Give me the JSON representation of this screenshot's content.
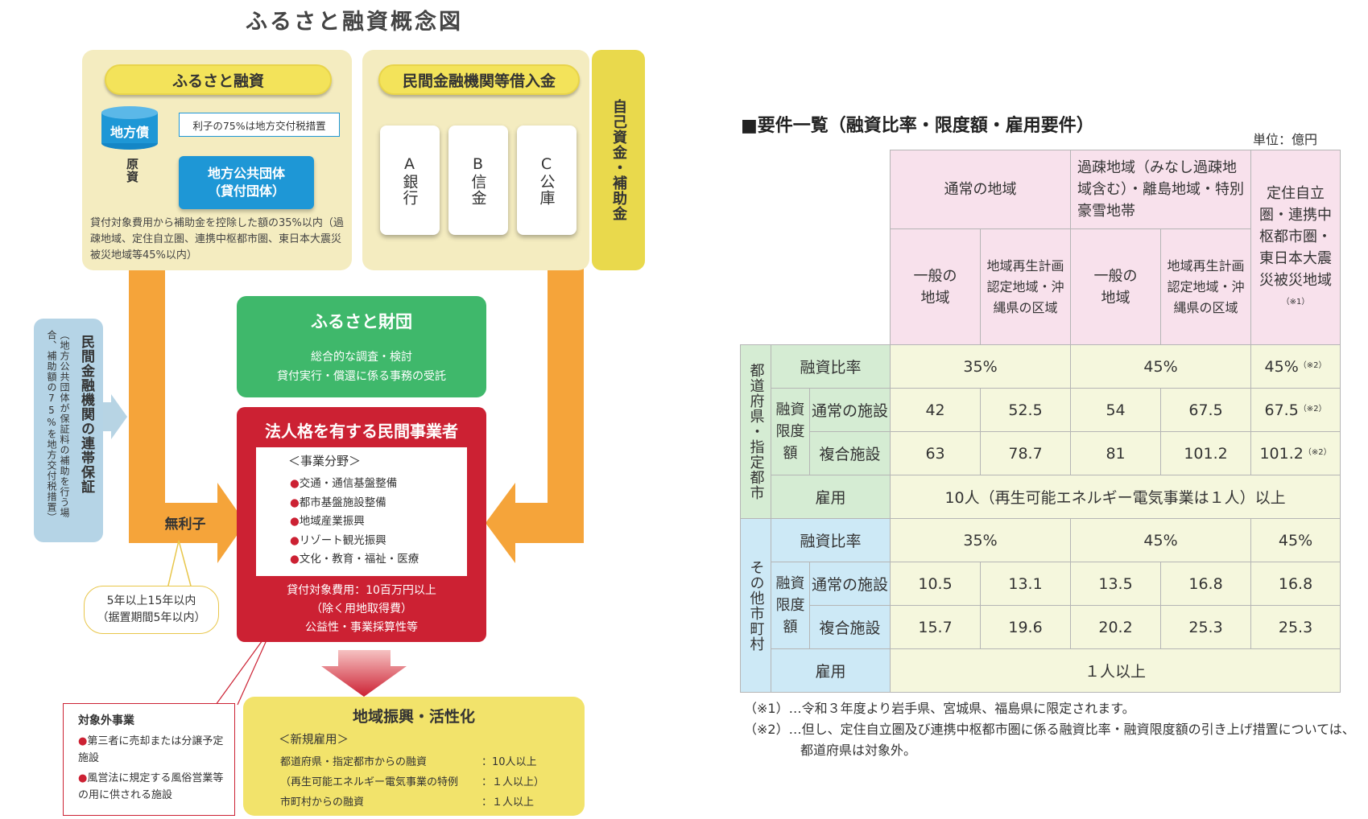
{
  "diagram": {
    "title": "ふるさと融資概念図",
    "furusato_loan": {
      "label": "ふるさと融資",
      "chihousai": "地方債",
      "interest_note": "利子の75%は地方交付税措置",
      "genshi": "原資",
      "local_gov": "地方公共団体（貸付団体）",
      "limit_note": "貸付対象費用から補助金を控除した額の35%以内（過疎地域、定住自立圏、連携中枢都市圏、東日本大震災被災地域等45%以内）"
    },
    "private_loan": {
      "label": "民間金融機関等借入金",
      "banks": [
        "A銀行",
        "B信金",
        "C公庫"
      ]
    },
    "own_funds": "自己資金・補助金",
    "guarantee": {
      "title": "民間金融機関の連帯保証",
      "note": "（地方公共団体が保証料の補助を行う場合、補助額の75%を地方交付税措置）"
    },
    "interest_free": "無利子",
    "term_note": [
      "5年以上15年以内",
      "（据置期間5年以内）"
    ],
    "foundation": {
      "title": "ふるさと財団",
      "lines": [
        "総合的な調査・検討",
        "貸付実行・償還に係る事務の受託"
      ]
    },
    "operator": {
      "title": "法人格を有する民間事業者",
      "fields_title": "＜事業分野＞",
      "fields": [
        "交通・通信基盤整備",
        "都市基盤施設整備",
        "地域産業振興",
        "リゾート観光振興",
        "文化・教育・福祉・医療"
      ],
      "conditions": [
        "貸付対象費用：10百万円以上",
        "（除く用地取得費）",
        "公益性・事業採算性等"
      ]
    },
    "excluded": {
      "title": "対象外事業",
      "items": [
        "第三者に売却または分譲予定施設",
        "風営法に規定する風俗営業等の用に供される施設"
      ]
    },
    "revitalization": {
      "title": "地域振興・活性化",
      "employment_title": "＜新規雇用＞",
      "rows": [
        {
          "label": "都道府県・指定都市からの融資",
          "value": "：10人以上"
        },
        {
          "label": "（再生可能エネルギー電気事業の特例",
          "value": "：１人以上）"
        },
        {
          "label": "市町村からの融資",
          "value": "：１人以上"
        }
      ]
    }
  },
  "table": {
    "title": "■要件一覧（融資比率・限度額・雇用要件）",
    "unit": "単位：億円",
    "headers": {
      "normal": "通常の地域",
      "kaso": "過疎地域（みなし過疎地域含む）・離島地域・特別豪雪地帯",
      "teiju": "定住自立圏・連携中枢都市圏・東日本大震災被災地域",
      "teiju_note": "（※1）",
      "general": "一般の地域",
      "saisei": "地域再生計画認定地域・沖縄県の区域"
    },
    "groups": [
      {
        "name": "都道府県・指定都市",
        "ratio_label": "融資比率",
        "limit_label": "融資限度額",
        "normal_facility": "通常の施設",
        "complex_facility": "複合施設",
        "employment_label": "雇用",
        "ratios": [
          "35%",
          "45%",
          "45%"
        ],
        "ratio_note": "（※2）",
        "normal_values": [
          "42",
          "52.5",
          "54",
          "67.5",
          "67.5"
        ],
        "complex_values": [
          "63",
          "78.7",
          "81",
          "101.2",
          "101.2"
        ],
        "value_note": "（※2）",
        "employment": "10人（再生可能エネルギー電気事業は１人）以上"
      },
      {
        "name": "その他市町村",
        "ratio_label": "融資比率",
        "limit_label": "融資限度額",
        "normal_facility": "通常の施設",
        "complex_facility": "複合施設",
        "employment_label": "雇用",
        "ratios": [
          "35%",
          "45%",
          "45%"
        ],
        "normal_values": [
          "10.5",
          "13.1",
          "13.5",
          "16.8",
          "16.8"
        ],
        "complex_values": [
          "15.7",
          "19.6",
          "20.2",
          "25.3",
          "25.3"
        ],
        "employment": "１人以上"
      }
    ],
    "notes": [
      "（※1）…令和３年度より岩手県、宮城県、福島県に限定されます。",
      "（※2）…但し、定住自立圏及び連携中枢都市圏に係る融資比率・融資限度額の引き上げ措置については、都道府県は対象外。"
    ]
  },
  "colors": {
    "panel": "#f4ecc0",
    "pill": "#f3e35a",
    "arrow": "#f5a43a",
    "blue": "#1e97d6",
    "green": "#3fb86b",
    "red": "#cc2133",
    "header_pink": "#f8e1ec",
    "group_green": "#d5ecd3",
    "group_blue": "#cde9f6",
    "cell_yellow": "#f5f7dd"
  }
}
